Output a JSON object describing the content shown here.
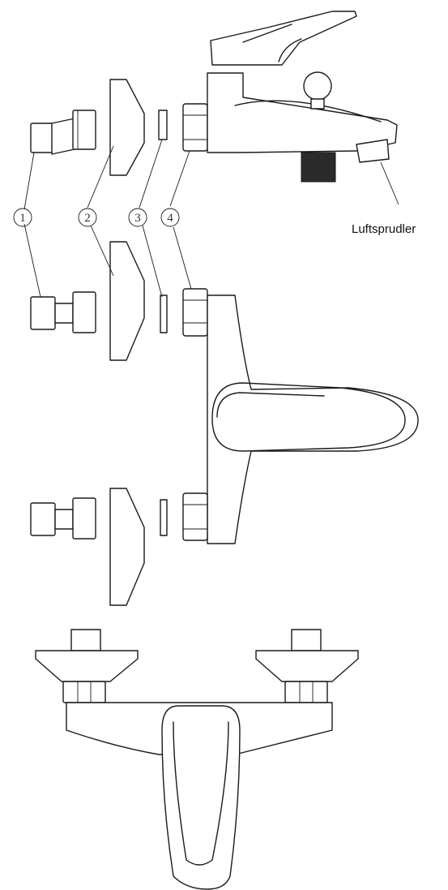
{
  "callouts": [
    {
      "number": "1"
    },
    {
      "number": "2"
    },
    {
      "number": "3"
    },
    {
      "number": "4"
    }
  ],
  "aerator_label": "Luftsprudler",
  "colors": {
    "line": "#1a1a1a",
    "background": "#ffffff"
  }
}
